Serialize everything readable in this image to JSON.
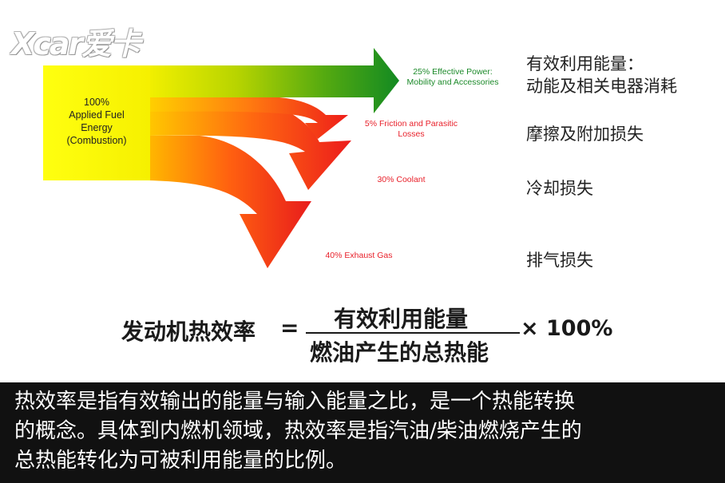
{
  "watermark": {
    "text": "Xcar爱卡"
  },
  "source": {
    "lines": [
      "100%",
      "Applied Fuel",
      "Energy",
      "(Combustion)"
    ]
  },
  "flows": [
    {
      "pct": 25,
      "lines": [
        "25% Effective Power:",
        "Mobility and Accessories"
      ],
      "zh": [
        "有效利用能量：",
        "动能及相关电器消耗"
      ],
      "color": "#1c8a2a"
    },
    {
      "pct": 5,
      "lines": [
        "5% Friction and Parasitic",
        "Losses"
      ],
      "zh": [
        "摩擦及附加损失"
      ],
      "color": "#e8202a"
    },
    {
      "pct": 30,
      "lines": [
        "30% Coolant"
      ],
      "zh": [
        "冷却损失"
      ],
      "color": "#e8202a"
    },
    {
      "pct": 40,
      "lines": [
        "40%  Exhaust Gas"
      ],
      "zh": [
        "排气损失"
      ],
      "color": "#e8202a"
    }
  ],
  "formula": {
    "left": "发动机热效率",
    "equals": "=",
    "numerator": "有效利用能量",
    "denominator": "燃油产生的总热能",
    "multiplier": "× 100%"
  },
  "caption": {
    "lines": [
      "热效率是指有效输出的能量与输入能量之比，是一个热能转换",
      "的概念。具体到内燃机领域，热效率是指汽油/柴油燃烧产生的",
      "总热能转化为可被利用能量的比例。"
    ]
  }
}
